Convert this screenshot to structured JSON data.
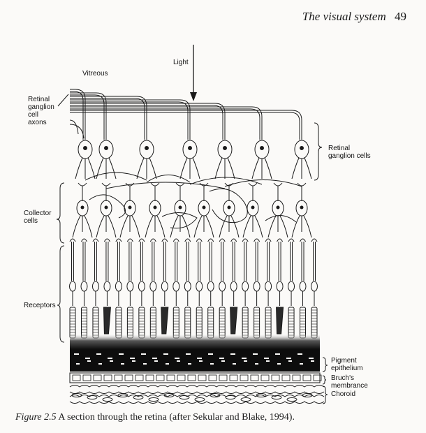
{
  "running_head": {
    "title": "The visual system",
    "page_number": "49"
  },
  "labels": {
    "light": "Light",
    "vitreous": "Vitreous",
    "retinal_ganglion_cell_axons": [
      "Retinal",
      "ganglion",
      "cell",
      "axons"
    ],
    "retinal_ganglion_cells": [
      "Retinal",
      "ganglion cells"
    ],
    "collector_cells": [
      "Collector",
      "cells"
    ],
    "receptors": "Receptors",
    "pigment_epithelium": [
      "Pigment",
      "epithelium"
    ],
    "bruchs_membrane": [
      "Bruch's",
      "membrance"
    ],
    "choroid": "Choroid"
  },
  "caption": {
    "label": "Figure 2.5",
    "text": "A section through the retina (after Sekular and Blake, 1994)."
  },
  "colors": {
    "ink": "#1a1a1a",
    "paper": "#fbfaf8",
    "epithelium": "#0d0d0d",
    "cone": "#2a2a2a"
  }
}
